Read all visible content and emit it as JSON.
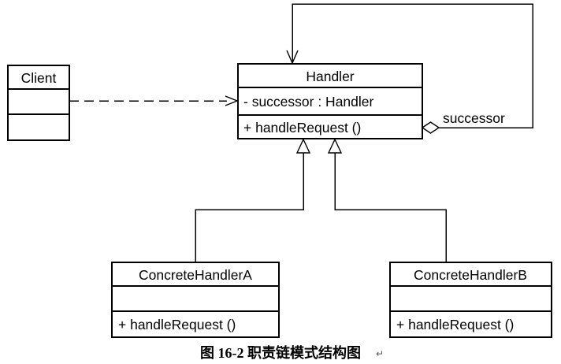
{
  "colors": {
    "line": "#000000",
    "background": "#ffffff",
    "box_fill": "#ffffff"
  },
  "classes": {
    "client": {
      "name": "Client"
    },
    "handler": {
      "name": "Handler",
      "attribute": "- successor : Handler",
      "method": "+ handleRequest ()"
    },
    "concrete_handler_a": {
      "name": "ConcreteHandlerA",
      "method": "+ handleRequest ()"
    },
    "concrete_handler_b": {
      "name": "ConcreteHandlerB",
      "method": "+ handleRequest ()"
    }
  },
  "relations": {
    "handler_self_aggregation": {
      "label": "successor"
    }
  },
  "caption": {
    "text": "图 16-2  职责链模式结构图",
    "return_mark": "↵"
  }
}
